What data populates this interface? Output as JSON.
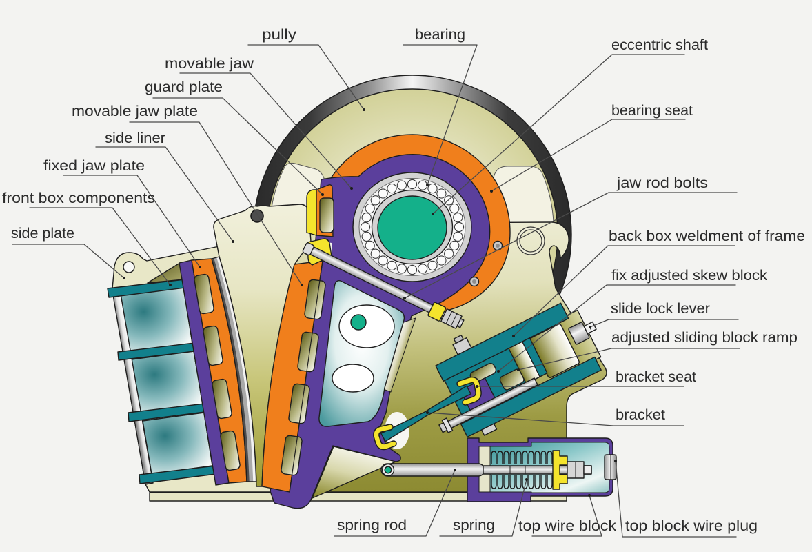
{
  "diagram": {
    "callouts": {
      "top": {
        "pully": "pully",
        "bearing": "bearing"
      },
      "left": {
        "movable_jaw": "movable jaw",
        "guard_plate": "guard plate",
        "movable_jaw_plate": "movable jaw plate",
        "side_liner": "side liner",
        "fixed_jaw_plate": "fixed jaw plate",
        "front_box_components": "front box components",
        "side_plate": "side plate"
      },
      "right": {
        "eccentric_shaft": "eccentric shaft",
        "bearing_seat": "bearing seat",
        "jaw_rod_bolts": "jaw rod bolts",
        "back_box_weldment_of_frame": "back box weldment of frame",
        "fix_adjusted_skew_block": "fix adjusted skew block",
        "slide_lock_lever": "slide lock lever",
        "adjusted_sliding_block_ramp": "adjusted sliding block ramp",
        "bracket_seat": "bracket seat",
        "bracket": "bracket"
      },
      "bottom": {
        "spring_rod": "spring rod",
        "spring": "spring",
        "top_wire_block": "top wire block",
        "top_block_wire_plug": "top block wire plug"
      }
    }
  },
  "palette": {
    "background": "#f3f3f1",
    "jaw_plate_orange": "#f07f1c",
    "movable_jaw_purple": "#5b3f9c",
    "shaft_green": "#14b08a",
    "bracket_teal": "#12808c",
    "guard_yellow": "#f4e42d",
    "frame_cream": "#e8e7c7",
    "label_text": "#2b2b2b",
    "leader_line": "#4a4a4a"
  }
}
